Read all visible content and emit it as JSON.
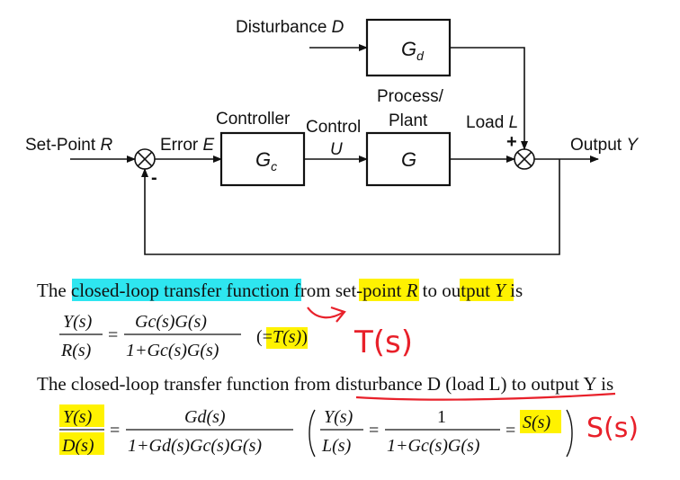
{
  "diagram": {
    "block_gd": "G",
    "block_gd_sub": "d",
    "block_gc": "G",
    "block_gc_sub": "c",
    "block_g": "G",
    "labels": {
      "disturbance": "Disturbance",
      "disturbance_var": "D",
      "process": "Process/",
      "plant": "Plant",
      "controller": "Controller",
      "control": "Control",
      "control_var": "U",
      "load": "Load",
      "load_var": "L",
      "setpoint": "Set-Point",
      "setpoint_var": "R",
      "error": "Error",
      "error_var": "E",
      "output": "Output",
      "output_var": "Y"
    },
    "signs": {
      "plus_left": "+",
      "minus": "-",
      "plus_top": "+"
    }
  },
  "text": {
    "line1": {
      "p1": "The ",
      "p2": "closed-loop transfer function",
      "p3": " from ",
      "p4": "set-poin",
      "p5": "t ",
      "p6": "R",
      "p7": " to ",
      "p8": "output",
      "p9": " ",
      "p10": "Y",
      "p11": " is"
    },
    "eq1": {
      "lhs_num": "Y(s)",
      "lhs_den": "R(s)",
      "equals": "=",
      "num": "Gc(s)G(s)",
      "den": "1+Gc(s)G(s)",
      "note_open": "(=",
      "note_t": "T(s)",
      "note_close": ")"
    },
    "line2": {
      "p1": "The closed-loop transfer function from ",
      "p2": "disturbance D (load L) to output Y",
      "p3": " is"
    },
    "eq2": {
      "lhs_num": "Y(s)",
      "lhs_den": "D(s)",
      "equals": "=",
      "num": "Gd(s)",
      "den": "1+Gd(s)Gc(s)G(s)",
      "inner_lhs_num": "Y(s)",
      "inner_lhs_den": "L(s)",
      "inner_equals": "=",
      "inner_num": "1",
      "inner_den": "1+Gc(s)G(s)",
      "inner_equals2": "=",
      "inner_s": "S(s)"
    }
  },
  "annotations": {
    "t_handwritten": "T(s)",
    "s_handwritten": "S(s)"
  },
  "colors": {
    "highlight_yellow": "#fff200",
    "highlight_cyan": "#2ee6f0",
    "ink_red": "#e8202a"
  }
}
